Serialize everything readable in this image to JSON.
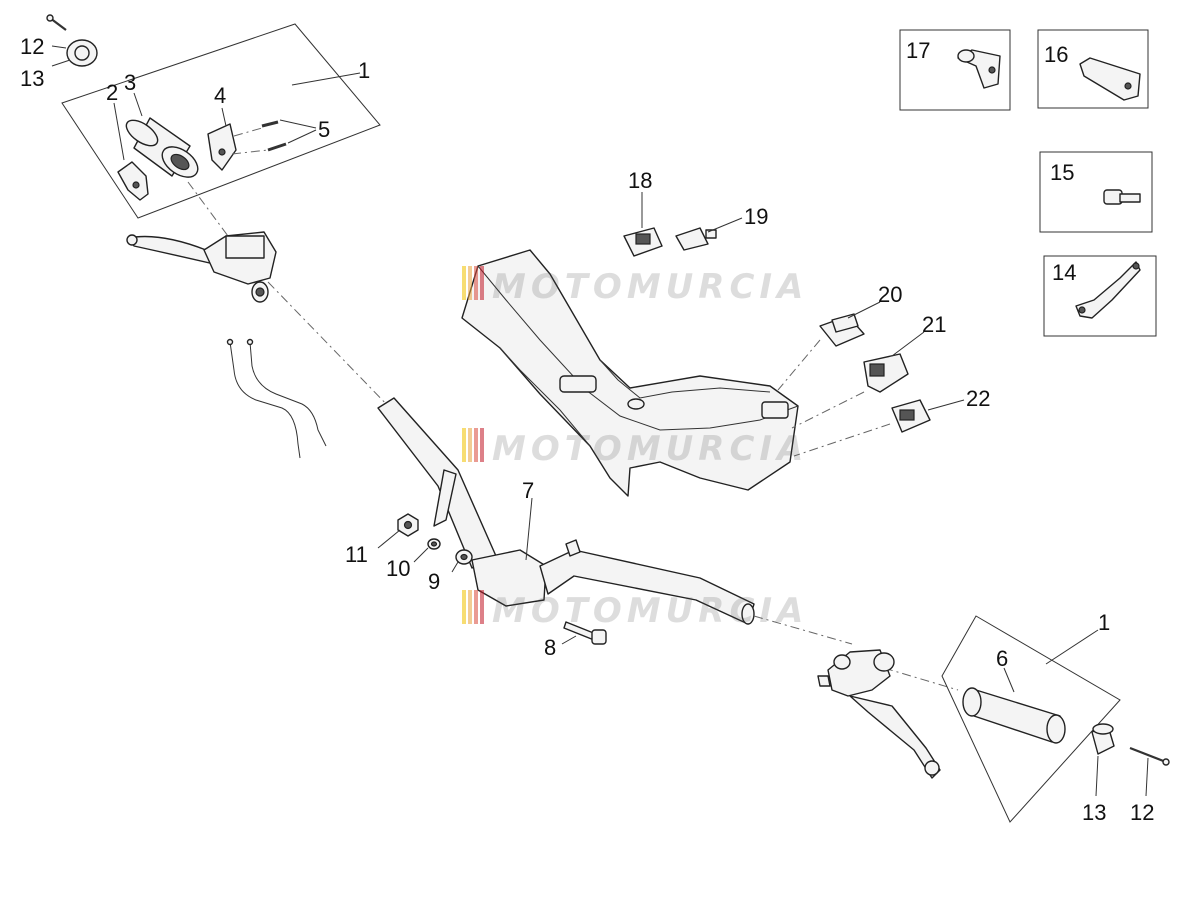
{
  "watermark": {
    "text": "MOTOMURCIA",
    "stripe_colors": [
      "#f2c200",
      "#e8a33c",
      "#d94b3c",
      "#c21a28"
    ]
  },
  "callouts": {
    "c1_top": "1",
    "c2": "2",
    "c3": "3",
    "c4": "4",
    "c5": "5",
    "c12_top": "12",
    "c13_top": "13",
    "c7": "7",
    "c8": "8",
    "c9": "9",
    "c10": "10",
    "c11": "11",
    "c17": "17",
    "c16": "16",
    "c15": "15",
    "c14": "14",
    "c18": "18",
    "c19": "19",
    "c20": "20",
    "c21": "21",
    "c22": "22",
    "c1_bottom": "1",
    "c6": "6",
    "c13_bottom": "13",
    "c12_bottom": "12"
  }
}
